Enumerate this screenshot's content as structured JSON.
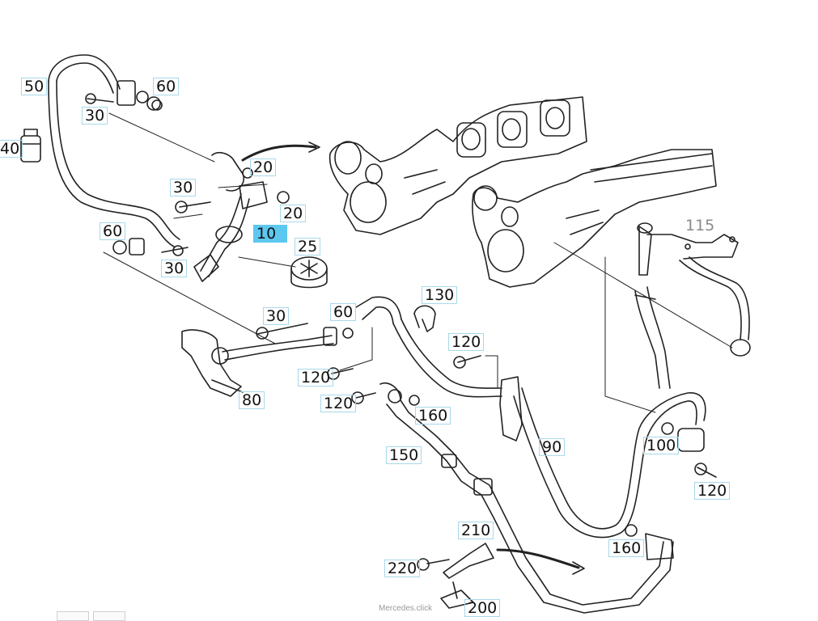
{
  "callouts": [
    {
      "id": "c50",
      "label": "50"
    },
    {
      "id": "c60a",
      "label": "60"
    },
    {
      "id": "c30a",
      "label": "30"
    },
    {
      "id": "c40",
      "label": "40"
    },
    {
      "id": "c20a",
      "label": "20"
    },
    {
      "id": "c30b",
      "label": "30"
    },
    {
      "id": "c20b",
      "label": "20"
    },
    {
      "id": "c60b",
      "label": "60"
    },
    {
      "id": "c10",
      "label": "10"
    },
    {
      "id": "c25",
      "label": "25"
    },
    {
      "id": "c30c",
      "label": "30"
    },
    {
      "id": "c115",
      "label": "115"
    },
    {
      "id": "c30d",
      "label": "30"
    },
    {
      "id": "c60c",
      "label": "60"
    },
    {
      "id": "c130",
      "label": "130"
    },
    {
      "id": "c120a",
      "label": "120"
    },
    {
      "id": "c120b",
      "label": "120"
    },
    {
      "id": "c120c",
      "label": "120"
    },
    {
      "id": "c80",
      "label": "80"
    },
    {
      "id": "c160a",
      "label": "160"
    },
    {
      "id": "c90",
      "label": "90"
    },
    {
      "id": "c150",
      "label": "150"
    },
    {
      "id": "c100",
      "label": "100"
    },
    {
      "id": "c120d",
      "label": "120"
    },
    {
      "id": "c210",
      "label": "210"
    },
    {
      "id": "c160b",
      "label": "160"
    },
    {
      "id": "c220",
      "label": "220"
    },
    {
      "id": "c200",
      "label": "200"
    }
  ],
  "active_callout": "10",
  "watermark": "Mercedes.click",
  "colors": {
    "callout_border": "#a8d8ea",
    "active_fill": "#5cc8f0",
    "line": "#222222"
  }
}
